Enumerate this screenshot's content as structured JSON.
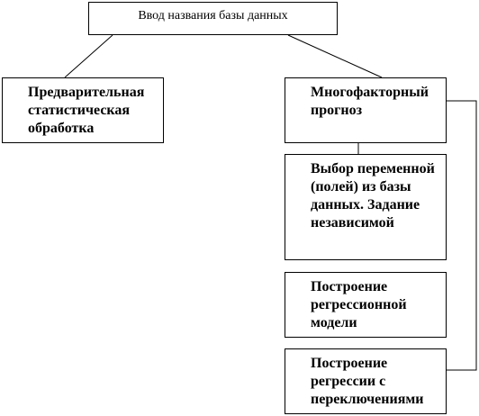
{
  "diagram": {
    "root": {
      "label": "Ввод названия базы данных"
    },
    "left_branch": {
      "label": "Предварительная статистическая обработка"
    },
    "right_branch": {
      "label": "Многофакторный прогноз",
      "children": [
        {
          "label": "Выбор переменной (полей) из базы данных. Задание независимой"
        },
        {
          "label": "Построение регрессионной модели"
        },
        {
          "label": "Построение регрессии с переключениями"
        }
      ]
    },
    "colors": {
      "line": "#000000",
      "box_border": "#000000",
      "background": "#ffffff"
    }
  }
}
